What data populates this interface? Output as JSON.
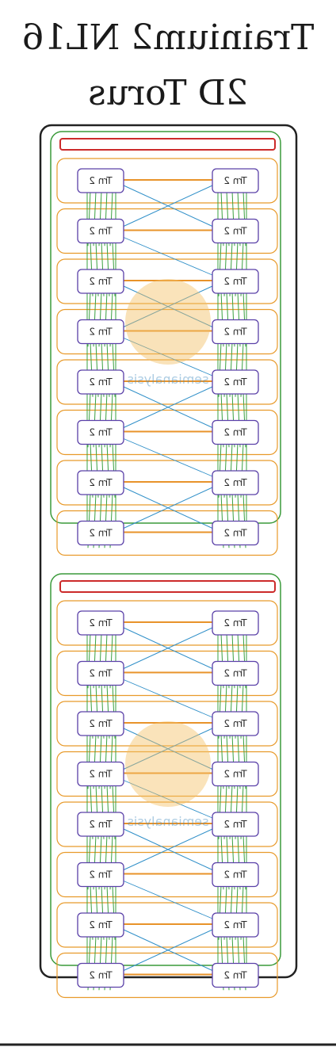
{
  "title": {
    "line1": "Trainium2 NL16",
    "line2": "2D Torus"
  },
  "chip_label": "Trn 2",
  "watermark": {
    "text_part1": "semi",
    "text_part2": "analysis"
  },
  "racks": [
    {
      "id": "rack-top",
      "rows": 8,
      "chips_per_row": 2
    },
    {
      "id": "rack-bottom",
      "rows": 8,
      "chips_per_row": 2
    }
  ],
  "colors": {
    "outer_border": "#222222",
    "rack_border": "#3a9a3a",
    "header_bar": "#cc2a2a",
    "row_border": "#e89a2a",
    "chip_border": "#5a40a8",
    "row_link": "#e8932a",
    "torus_vertical": "#3aa040",
    "torus_cross": "#2f8fc8",
    "watermark": "#f3c066",
    "watermark_text": "#4a8fc0"
  }
}
